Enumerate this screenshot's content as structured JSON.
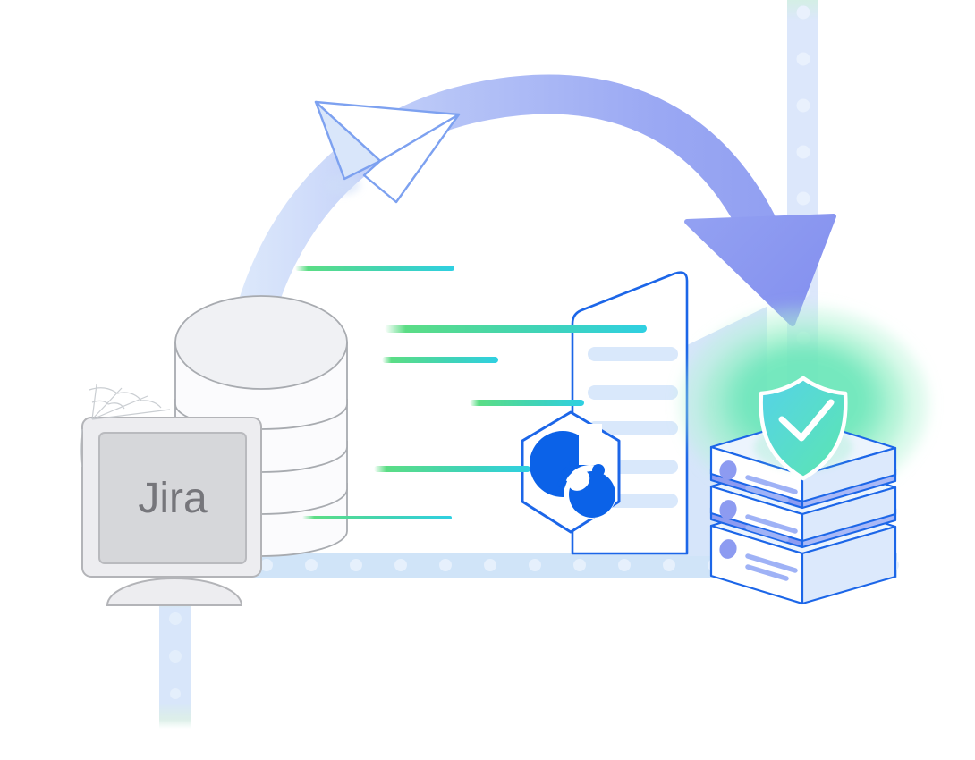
{
  "illustration": {
    "monitor": {
      "screen_label": "Jira"
    },
    "icons": {
      "database": "database-icon",
      "monitor": "monitor-icon",
      "paper_plane": "paper-plane-icon",
      "curved_arrow": "curved-arrow-icon",
      "speed_lines": "speed-lines",
      "document": "document-icon",
      "logo_hexagon": "gear-logo-hexagon-icon",
      "shield": "shield-check-icon",
      "servers": "server-stack-icon",
      "cobweb": "cobweb-icon",
      "dotted_bands": "dotted-band"
    },
    "colors": {
      "accent_blue": "#1c66e8",
      "logo_blue": "#0b62e8",
      "periwinkle": "#8d9bf1",
      "periwinkle_light": "#a9b8f6",
      "green": "#5bdd85",
      "teal": "#2fd0e2",
      "shield_cyan": "#55d4e4",
      "shield_green": "#5ce5b2",
      "glow_green": "#6fe8ba",
      "band_blue": "#d0e4f8",
      "band_dot": "#e6f0fc",
      "doc_bar_blue": "#d9e8fb",
      "server_top": "#ecf4fd",
      "server_side": "#dce9fc",
      "arrow_light": "#dce8fb",
      "monitor_gray": "#ededf0",
      "screen_gray": "#d6d7da",
      "monitor_border": "#b3b4b8",
      "db_stroke": "#a8abb0",
      "text_gray": "#76767b",
      "plane_stroke": "#7da1f0",
      "plane_shade": "#d9e6fa",
      "web_gray": "#c5c9ce"
    }
  }
}
